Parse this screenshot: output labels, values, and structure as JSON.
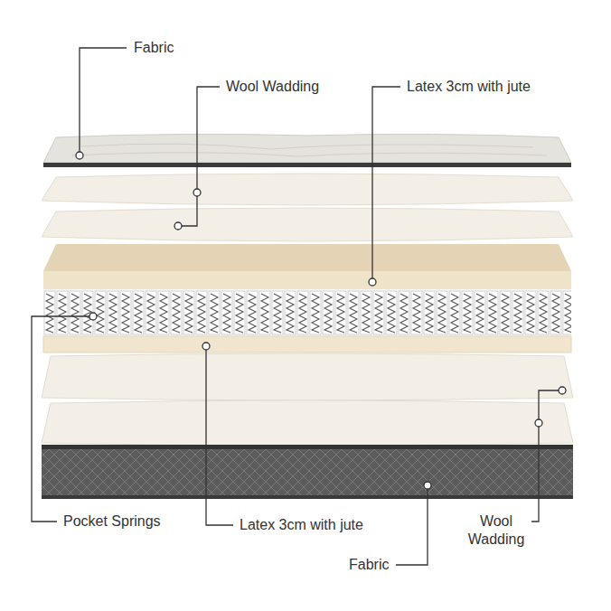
{
  "diagram": {
    "labels": [
      "Fabric",
      "Wool Wadding",
      "Latex 3cm with jute",
      "Pocket Springs",
      "Latex 3cm with jute",
      "Wool Wadding",
      "Fabric"
    ]
  }
}
